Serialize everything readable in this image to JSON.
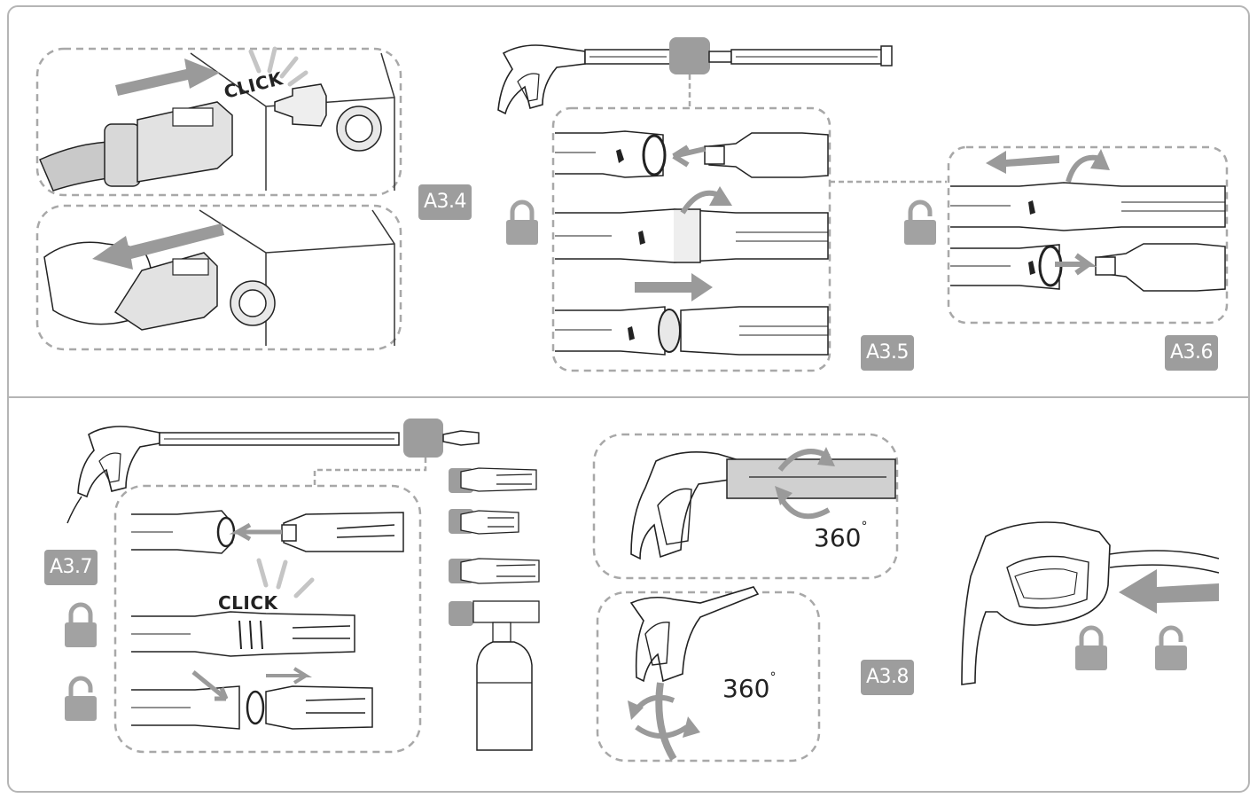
{
  "labels": {
    "a34": "A3.4",
    "a35": "A3.5",
    "a36": "A3.6",
    "a37": "A3.7",
    "a38": "A3.8"
  },
  "texts": {
    "click_top": "CLICK",
    "click_bottom": "CLICK",
    "deg_a": "360",
    "deg_b": "360",
    "deg_symbol": "°"
  },
  "colors": {
    "badge": "#9d9d9d",
    "frame": "#b5b5b5",
    "arrow": "#9a9a9a",
    "line": "#222222",
    "dash": "#a8a8a8"
  },
  "icons": [
    "padlock-closed-icon",
    "padlock-open-icon",
    "arrow-icon",
    "rotate-icon"
  ]
}
